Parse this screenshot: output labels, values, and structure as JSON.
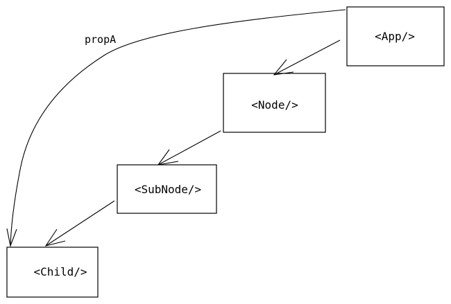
{
  "nodes": {
    "app": {
      "label": "<App/>"
    },
    "node": {
      "label": "<Node/>"
    },
    "subnode": {
      "label": "<SubNode/>"
    },
    "child": {
      "label": "<Child/>"
    }
  },
  "edges": {
    "app_to_child": {
      "label": "propA"
    }
  },
  "colors": {
    "stroke": "#000000",
    "background": "#ffffff"
  }
}
